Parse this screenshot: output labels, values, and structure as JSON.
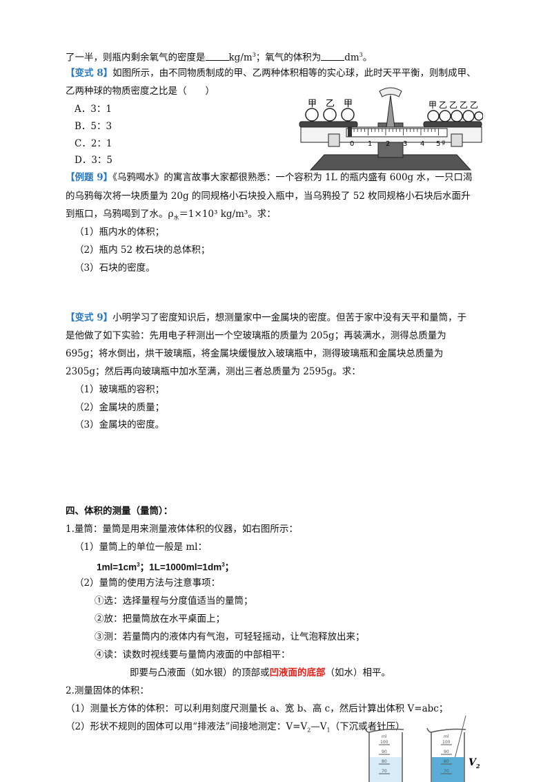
{
  "lines": {
    "l1": {
      "t1": "了一半，则瓶内剩余氧气的密度是",
      "t2": "kg/m",
      "t3": "3",
      "t4": "；氧气的体积为",
      "t5": "dm",
      "t6": "3",
      "t7": "。"
    },
    "l2": {
      "tag": "【变式 8】",
      "text": "如图所示，由不同物质制成的甲、乙两种体积相等的实心球，此时天平平衡，则制成甲、"
    },
    "l3": "乙两种球的物质密度之比是（　　）",
    "optA": "A．3：1",
    "optB": "B．5：3",
    "optC": "C．2：1",
    "optD": "D．3：5",
    "l8": {
      "tag": "【例题 9】",
      "text": "《乌鸦喝水》的寓言故事大家都很熟悉：一个容积为 1L 的瓶内盛有 600g 水，一只口渴"
    },
    "l9": "的乌鸦每次将一块质量为 20g 的同规格小石块投入瓶中，当乌鸦投了 52 枚同规格小石块后水面升",
    "l10": {
      "t1": "到瓶口，乌鸦喝到了水。ρ",
      "sub": "水",
      "t2": "＝1×10³ kg/m³。求："
    },
    "l11": "（1）瓶内水的体积；",
    "l12": "（2）瓶内 52 枚石块的总体积；",
    "l13": "（3）石块的密度。",
    "l14": {
      "tag": "【变式 9】",
      "text": "小明学习了密度知识后，想测量家中一金属块的密度。但苦于家中没有天平和量筒，于"
    },
    "l15": "是他做了如下实验：先用电子秤测出一个空玻璃瓶的质量为 205g；再装满水，测得总质量为",
    "l16": "695g；将水倒出，烘干玻璃瓶，将金属块缓慢放入玻璃瓶中，测得玻璃瓶和金属块总质量为",
    "l17": "2305g；然后再向玻璃瓶中加水至满，测出三者总质量为 2595g。求：",
    "l18": "（1）玻璃瓶的容积；",
    "l19": "（2）金属块的质量；",
    "l20": "（3）金属块的密度。",
    "l21": "四、体积的测量（量筒）：",
    "l22": "1.量筒：量筒是用来测量液体体积的仪器，如右图所示：",
    "l23": "（1）量筒上的单位一般是 ml：",
    "l24": {
      "t1": "1ml=1cm",
      "t2": "3",
      "t3": "；1L=1000ml=1dm",
      "t4": "3",
      "t5": "；"
    },
    "l25": "（2）量筒的使用方法与注意事项：",
    "l26": "①选：选择量程与分度值适当的量筒；",
    "l27": "②放：把量筒放在水平桌面上；",
    "l28": "③测：若量筒内的液体内有气泡，可轻轻摇动，让气泡释放出来；",
    "l29": "④读：读数时视线要与量筒内液面的中部相平：",
    "l30": {
      "t1": "即要与凸液面（如水银）的顶部或",
      "red": "凹液面的底部",
      "t2": "（如水）相平。"
    },
    "l31": "2.测量固体的体积：",
    "l32": "（1）测量长方体的体积：可以利用刻度尺测量长 a、宽 b、高 c，然后计算出体积 V=abc；",
    "l33": {
      "t1": "（2）形状不规则的固体可以用“排液法”间接地测定：V=V",
      "s1": "2",
      "t2": "—V",
      "s2": "1",
      "t3": "（下沉或者针压）"
    }
  },
  "figure_balance": {
    "left_labels": [
      "甲",
      "乙",
      "甲"
    ],
    "right_labels": [
      "甲",
      "乙",
      "乙",
      "乙",
      "乙"
    ],
    "scale_ticks": [
      "0",
      "1",
      "2",
      "3",
      "4",
      "5"
    ],
    "scale_unit": "g"
  },
  "figure_cylinders": {
    "ticks": [
      "100",
      "90",
      "80",
      "70"
    ],
    "unit": "ml",
    "label": "V",
    "label_sub": "2"
  }
}
